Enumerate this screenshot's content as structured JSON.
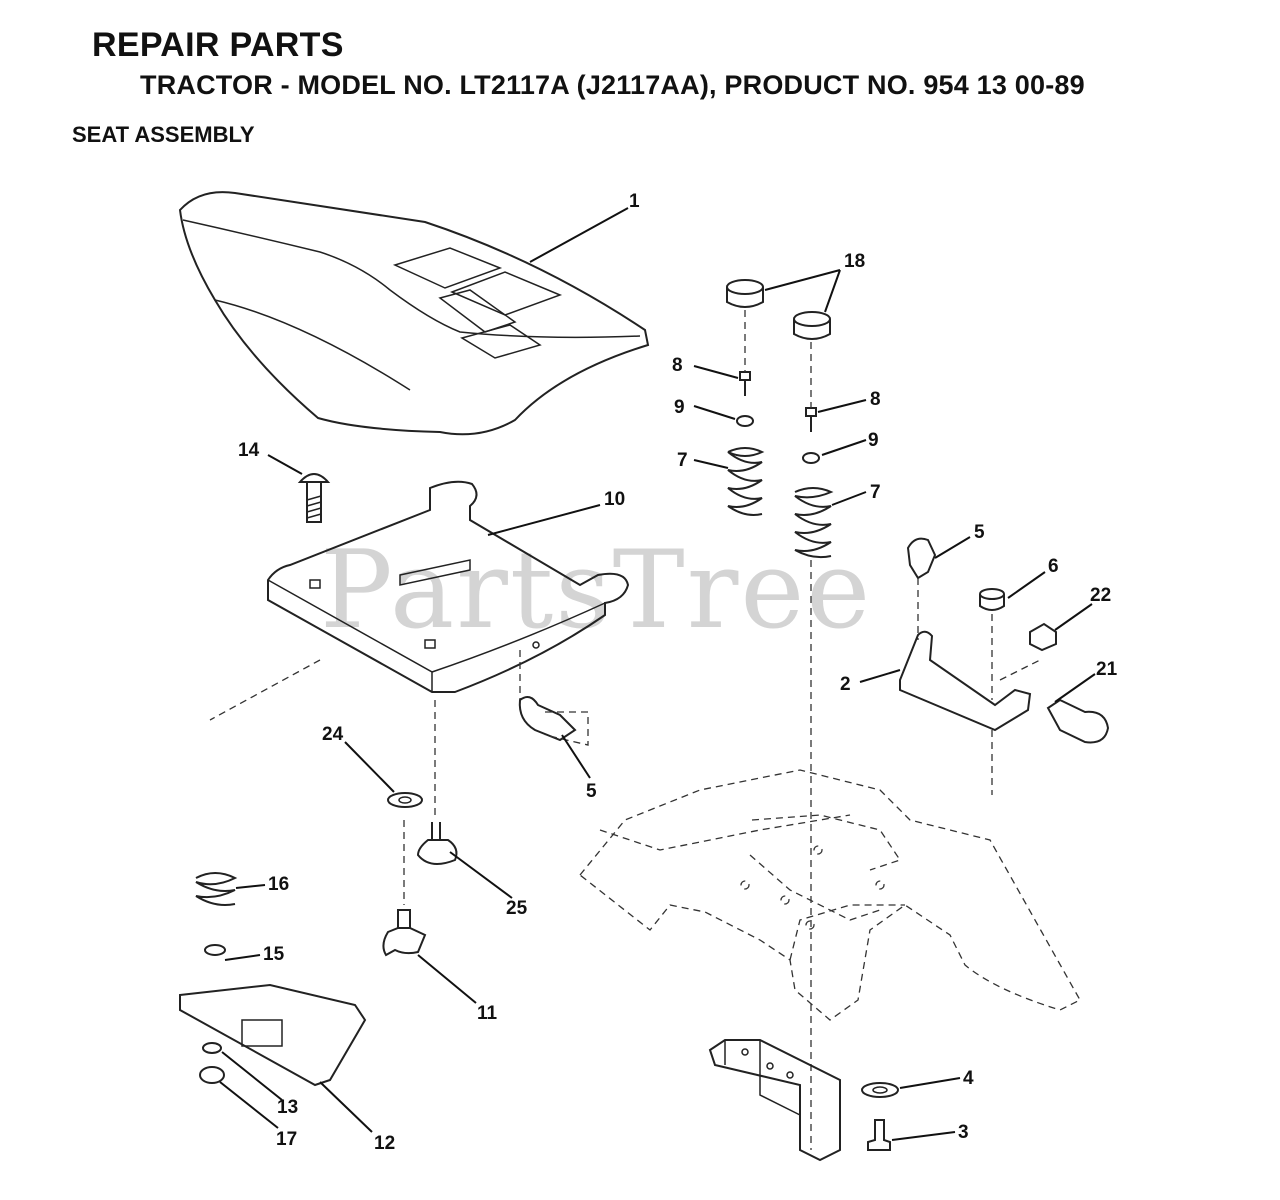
{
  "header": {
    "title": "REPAIR PARTS",
    "subtitle": "TRACTOR - MODEL NO. LT2117A (J2117AA),  PRODUCT NO. 954 13 00-89",
    "section": "SEAT ASSEMBLY"
  },
  "watermark": "PartsTree",
  "callouts": {
    "seat": "1",
    "bushing_a": "18",
    "bolt_left": "8",
    "bolt_right": "8",
    "washer_left": "9",
    "washer_right": "9",
    "spring_left": "7",
    "spring_right": "7",
    "carriage_bolt": "14",
    "seat_pan": "10",
    "clip_upper": "5",
    "clip_lower": "5",
    "bushing_6": "6",
    "nut_22": "22",
    "bracket_2": "2",
    "screw_21": "21",
    "washer_24": "24",
    "knob_25": "25",
    "spring_16": "16",
    "washer_15": "15",
    "knob_11": "11",
    "nut_13": "13",
    "plate_12": "12",
    "nut_17": "17",
    "washer_4": "4",
    "bolt_3": "3"
  }
}
